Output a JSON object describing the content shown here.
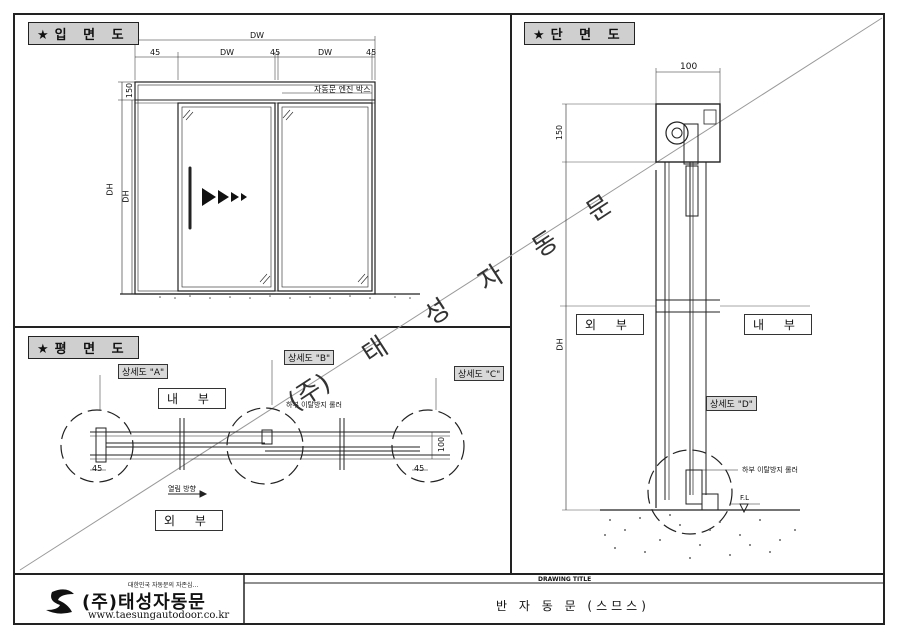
{
  "sections": {
    "elevation": "★입 면 도",
    "section": "★단 면 도",
    "plan": "★평 면 도"
  },
  "elevation": {
    "dim_top": "DW",
    "dim_45a": "45",
    "dim_dw1": "DW",
    "dim_45b": "45",
    "dim_dw2": "DW",
    "dim_45c": "45",
    "dim_150": "150",
    "dim_dh1": "DH",
    "dim_dh2": "DH",
    "engine_box": "자동문 엔진 박스"
  },
  "plan": {
    "detail_a": "상세도 \"A\"",
    "detail_b": "상세도 \"B\"",
    "detail_c": "상세도 \"C\"",
    "inside": "내 부",
    "outside": "외 부",
    "roller": "하부 이탈방지 롤러",
    "dim_45a": "45",
    "dim_45b": "45",
    "dim_100": "100",
    "direction": "열림 방향"
  },
  "section": {
    "dim_100": "100",
    "dim_150": "150",
    "dim_dh": "DH",
    "outside": "외 부",
    "inside": "내 부",
    "detail_d": "상세도 \"D\"",
    "roller": "하부 이탈방지 롤러",
    "fl": "F.L"
  },
  "watermark": [
    "(주)",
    "태",
    "성",
    "자",
    "동",
    "문"
  ],
  "footer": {
    "slogan": "대한민국 자동문의 자존심...",
    "company": "(주)태성자동문",
    "url": "www.taesungautodoor.co.kr",
    "drawing_title_label": "DRAWING TITLE",
    "drawing_title": "반 자 동 문 (스므스)"
  }
}
